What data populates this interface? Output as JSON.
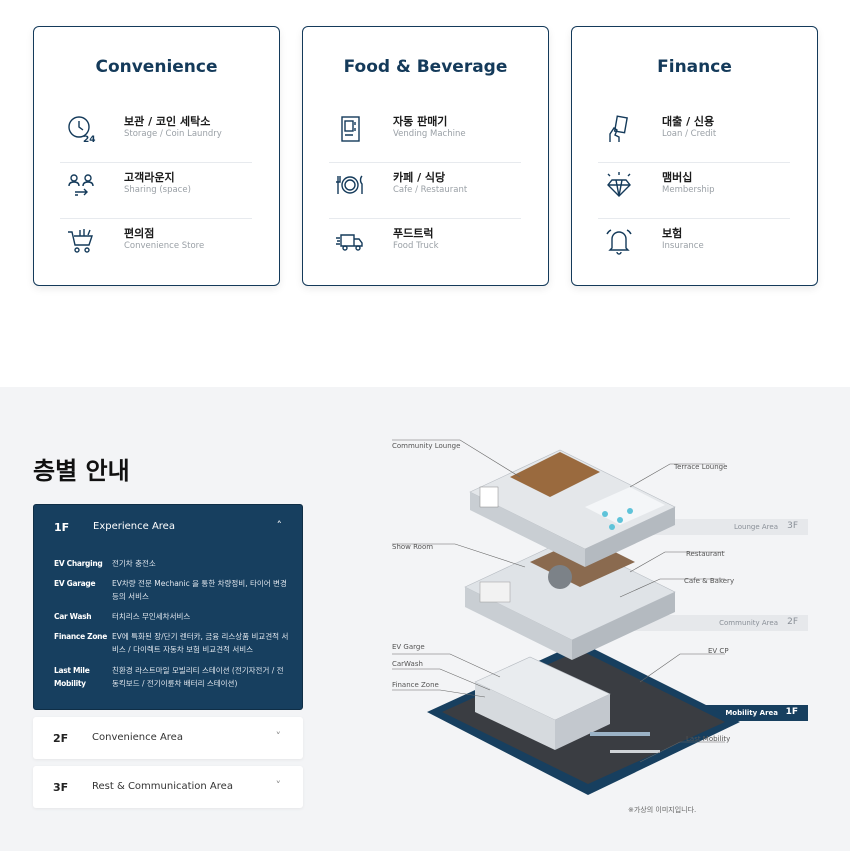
{
  "categories": [
    {
      "title": "Convenience",
      "items": [
        {
          "kr": "보관 / 코인 세탁소",
          "en": "Storage / Coin Laundry",
          "icon": "clock-24-icon"
        },
        {
          "kr": "고객라운지",
          "en": "Sharing (space)",
          "icon": "people-exchange-icon"
        },
        {
          "kr": "편의점",
          "en": "Convenience Store",
          "icon": "shopping-cart-icon"
        }
      ]
    },
    {
      "title": "Food & Beverage",
      "items": [
        {
          "kr": "자동 판매기",
          "en": "Vending Machine",
          "icon": "vending-machine-icon"
        },
        {
          "kr": "카페 / 식당",
          "en": "Cafe / Restaurant",
          "icon": "plate-cutlery-icon"
        },
        {
          "kr": "푸드트럭",
          "en": "Food Truck",
          "icon": "food-truck-icon"
        }
      ]
    },
    {
      "title": "Finance",
      "items": [
        {
          "kr": "대출 / 신용",
          "en": "Loan / Credit",
          "icon": "hand-card-icon"
        },
        {
          "kr": "맴버십",
          "en": "Membership",
          "icon": "diamond-icon"
        },
        {
          "kr": "보험",
          "en": "Insurance",
          "icon": "bell-icon"
        }
      ]
    }
  ],
  "floor_guide": {
    "heading": "층별 안내",
    "open": {
      "code": "1F",
      "name": "Experience Area",
      "chevron": "˄",
      "rows": [
        {
          "label": "EV Charging",
          "value": "전기차 충전소"
        },
        {
          "label": "EV Garage",
          "value": "EV차량 전문 Mechanic 을 통한 차량정비, 타이어 변경 등의 서비스"
        },
        {
          "label": "Car Wash",
          "value": "터치리스 무인세차서비스"
        },
        {
          "label": "Finance Zone",
          "value": "EV에 특화된 장/단기 렌터카, 금융 리스상품 비교견적 서비스 / 다이렉트 자동차 보험 비교견적 서비스"
        },
        {
          "label": "Last Mile Mobility",
          "value": "친환경 라스트마일 모빌리티 스테이션 (전기자전거 / 전동킥보드 / 전기이륜차 배터리 스테이션)"
        }
      ]
    },
    "closed": [
      {
        "code": "2F",
        "name": "Convenience Area",
        "chevron": "˅"
      },
      {
        "code": "3F",
        "name": "Rest & Communication Area",
        "chevron": "˅"
      }
    ]
  },
  "illustration": {
    "callouts": {
      "community_lounge": "Community Lounge",
      "terrace_lounge": "Terrace Lounge",
      "show_room": "Show Room",
      "restaurant": "Restaurant",
      "cafe_bakery": "Cafe & Bakery",
      "ev_garage": "EV Garge",
      "car_wash": "CarWash",
      "finance_zone": "Finance Zone",
      "ev_cp": "EV CP",
      "last_mobility": "Last Mobility"
    },
    "areas": {
      "lounge": {
        "name": "Lounge Area",
        "floor": "3F"
      },
      "community": {
        "name": "Community Area",
        "floor": "2F"
      },
      "mobility": {
        "name": "Mobility Area",
        "floor": "1F"
      }
    },
    "note": "※가상의 이미지입니다."
  },
  "colors": {
    "navy": "#143a5a",
    "panel": "#173f5f",
    "gray_bg": "#f3f4f6"
  }
}
